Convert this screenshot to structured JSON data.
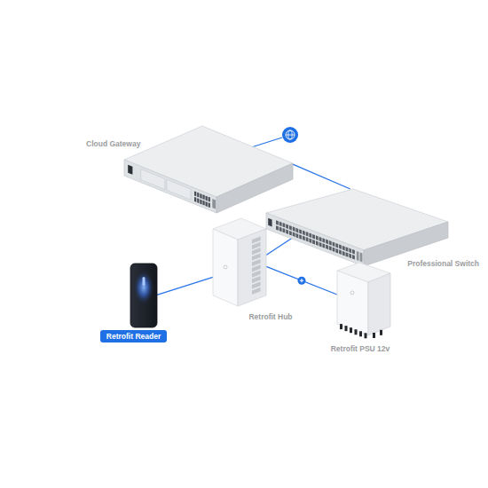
{
  "diagram": {
    "nodes": [
      {
        "text": [
          "Cloud Gateway"
        ]
      },
      {
        "text": [
          "Professional Switch"
        ]
      },
      {
        "text": [
          "Retrofit Reader"
        ]
      },
      {
        "text": [
          "Retrofit Hub"
        ]
      },
      {
        "text": [
          "Retrofit PSU 12v"
        ]
      }
    ],
    "edges": [
      {
        "from": 0,
        "to": 1,
        "arrow": "none"
      },
      {
        "from": 1,
        "to": 3,
        "arrow": "none"
      },
      {
        "from": 2,
        "to": 3,
        "arrow": "none"
      },
      {
        "from": 3,
        "to": 4,
        "arrow": "none"
      }
    ]
  }
}
